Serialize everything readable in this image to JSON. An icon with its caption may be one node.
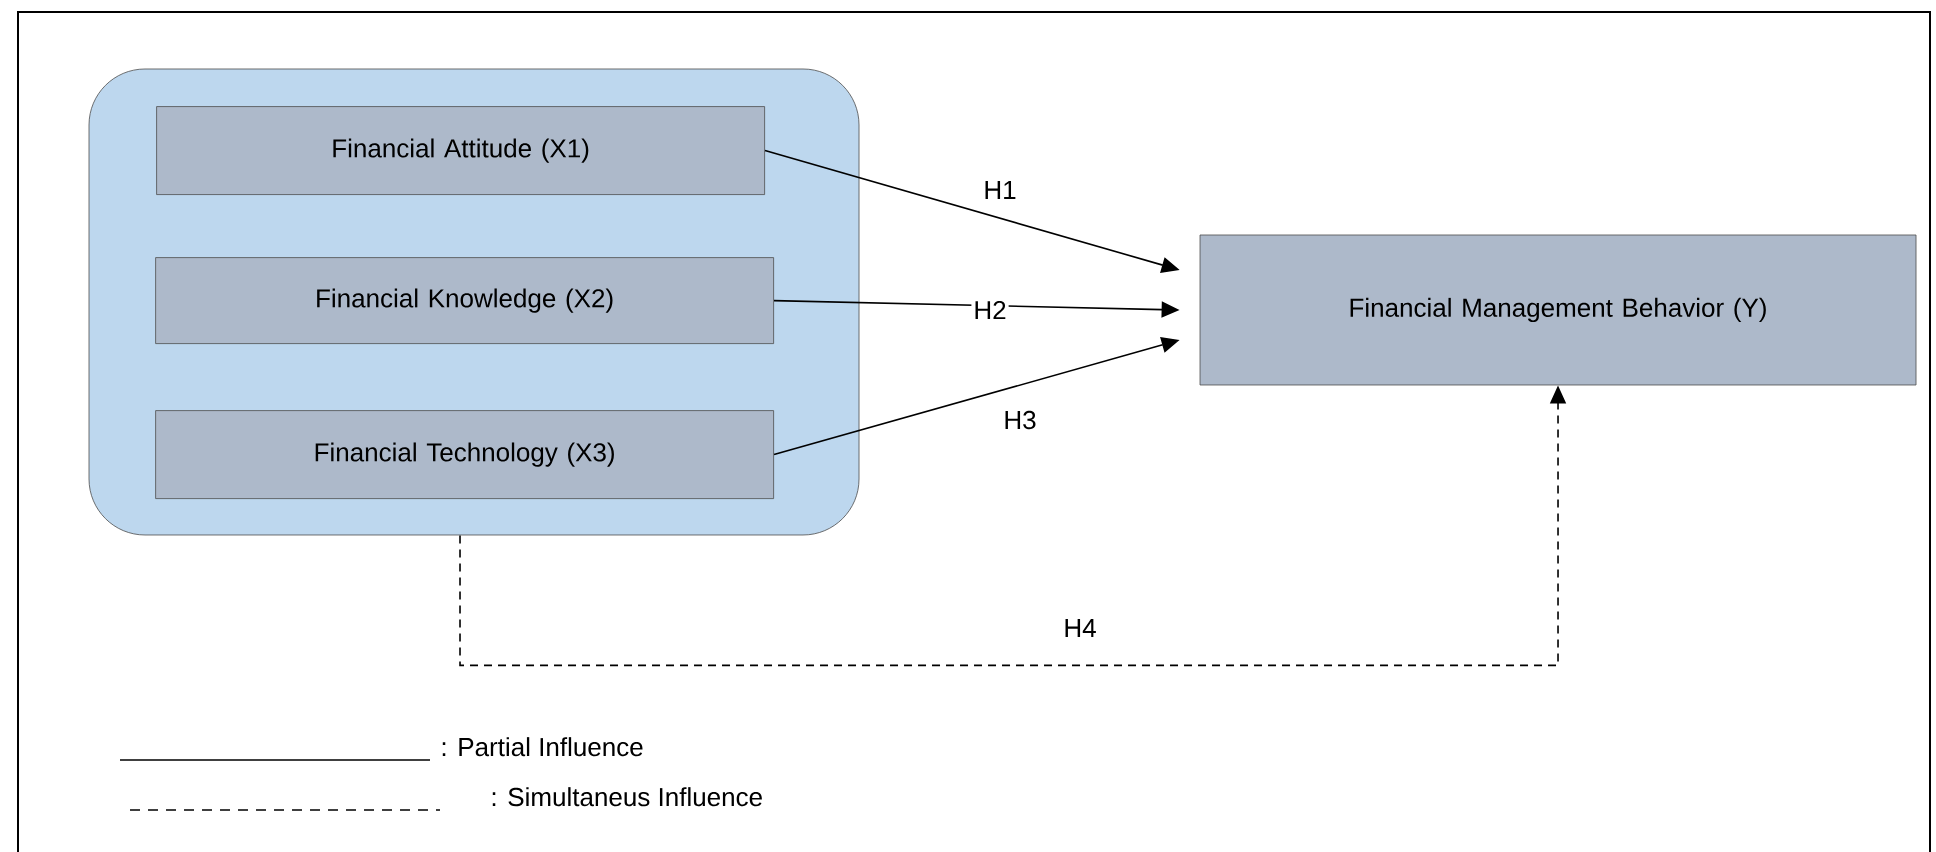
{
  "diagram": {
    "nodes": [
      {
        "text": [],
        "shape": "box"
      },
      {
        "text": [
          "Financial Attitude (X1)"
        ],
        "in": 0
      },
      {
        "text": [
          "Financial Knowledge (X2)"
        ],
        "in": 0
      },
      {
        "text": [
          "Financial Technology (X3)"
        ],
        "in": 0
      },
      {
        "text": [
          "Financial Management Behavior (Y)"
        ]
      }
    ],
    "edges": [
      {
        "from": 1,
        "to": 4,
        "arrow": "to",
        "label": "H1"
      },
      {
        "from": 2,
        "to": 4,
        "arrow": "to",
        "label": "H2"
      },
      {
        "from": 3,
        "to": 4,
        "arrow": "to",
        "label": "H3"
      },
      {
        "from": 0,
        "to": 4,
        "arrow": "to",
        "label": "H4",
        "style": "dashed"
      }
    ],
    "legend": [
      {
        "text": ": Partial Influence"
      },
      {
        "text": ": Simultaneus Influence"
      }
    ]
  }
}
